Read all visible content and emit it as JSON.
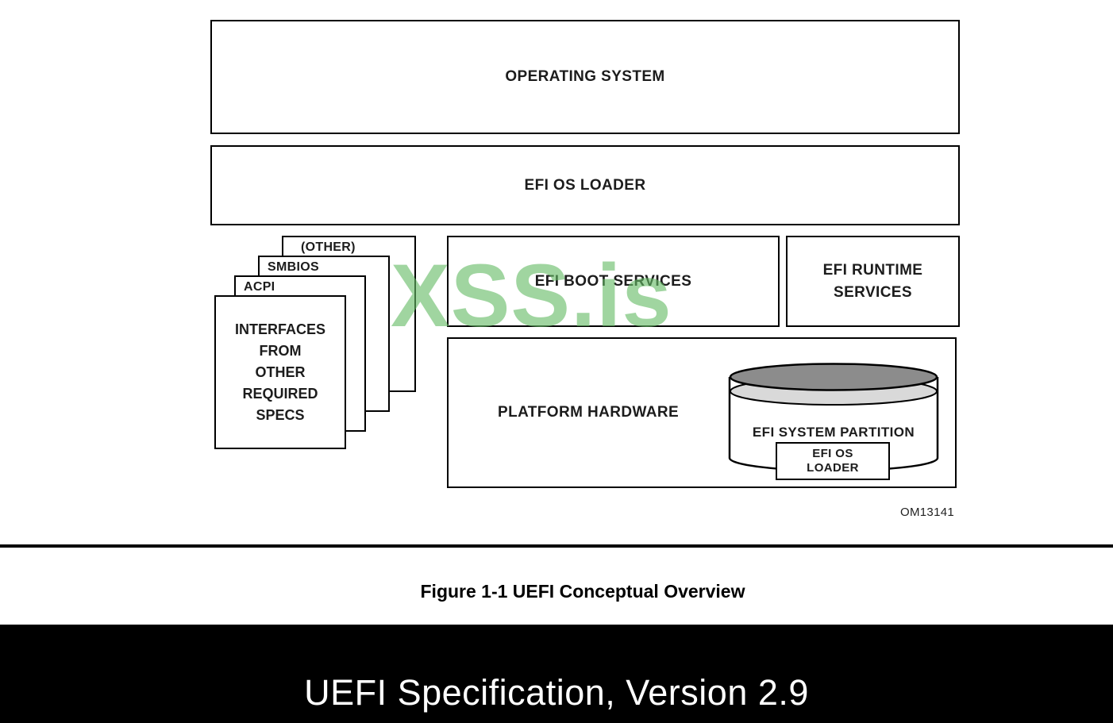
{
  "figure": {
    "watermark": "XSS.is",
    "os_label": "OPERATING SYSTEM",
    "loader_label": "EFI OS LOADER",
    "cards": {
      "other": "(OTHER)",
      "smbios": "SMBIOS",
      "acpi": "ACPI",
      "front": "INTERFACES\nFROM\nOTHER\nREQUIRED\nSPECS"
    },
    "boot_services": "EFI BOOT SERVICES",
    "runtime_services": "EFI RUNTIME\nSERVICES",
    "platform_hardware": "PLATFORM HARDWARE",
    "esp_label": "EFI SYSTEM PARTITION",
    "esp_loader": "EFI OS\nLOADER",
    "figure_code": "OM13141"
  },
  "caption": "Figure 1-1 UEFI Conceptual Overview",
  "footer_title": "UEFI Specification, Version 2.9",
  "colors": {
    "watermark_green": "#66bb66",
    "cylinder_top": "#8c8c8c",
    "cylinder_band": "#d9d9d9",
    "border_black": "#000000",
    "footer_bg": "#000000",
    "footer_text": "#ffffff"
  }
}
